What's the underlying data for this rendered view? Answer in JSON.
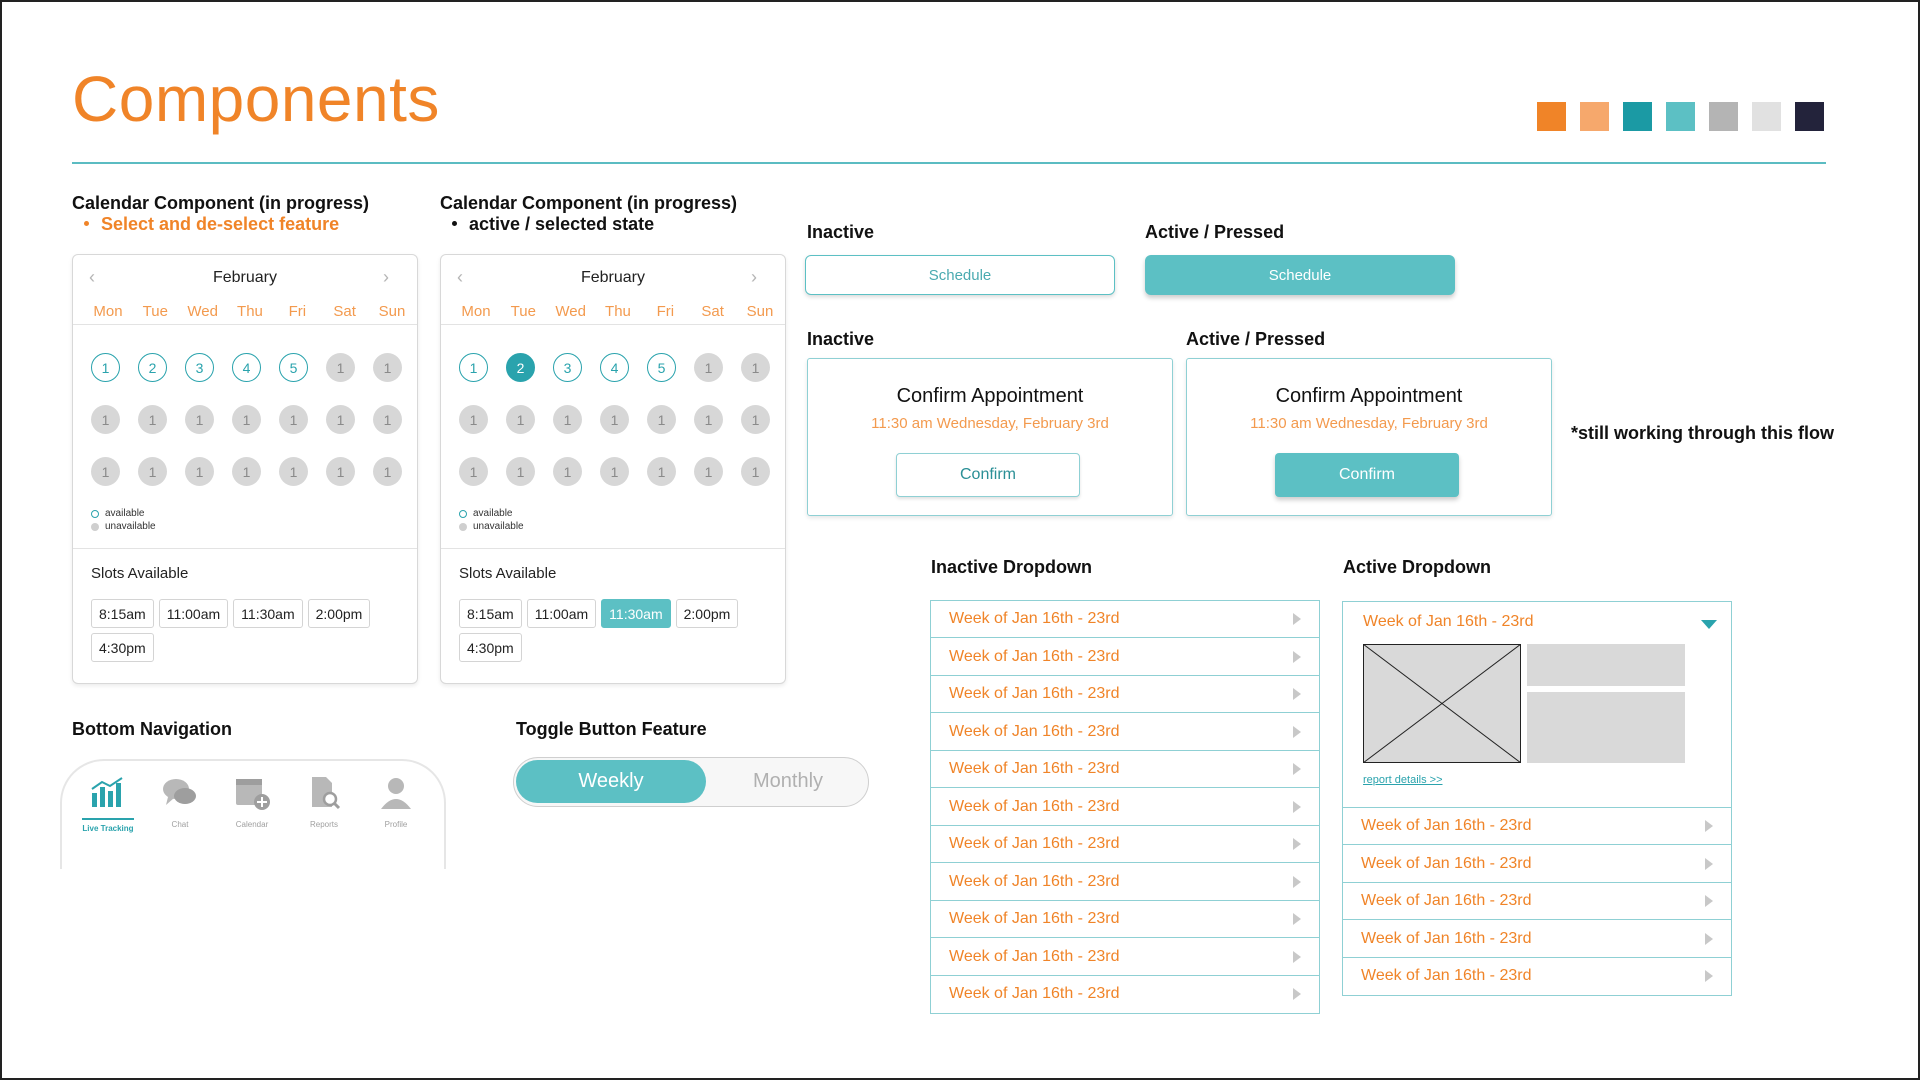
{
  "title": "Components",
  "swatches": [
    "#f08428",
    "#f6a86c",
    "#1b9aa4",
    "#5cc0c4",
    "#b4b4b4",
    "#e1e1e1",
    "#23233b"
  ],
  "calendar1": {
    "heading": "Calendar Component (in progress)",
    "bullet": "Select and de-select feature",
    "month": "February",
    "days": [
      "Mon",
      "Tue",
      "Wed",
      "Thu",
      "Fri",
      "Sat",
      "Sun"
    ],
    "cells": [
      {
        "v": "1",
        "s": "av"
      },
      {
        "v": "2",
        "s": "av"
      },
      {
        "v": "3",
        "s": "av"
      },
      {
        "v": "4",
        "s": "av"
      },
      {
        "v": "5",
        "s": "av"
      },
      {
        "v": "1",
        "s": "un"
      },
      {
        "v": "1",
        "s": "un"
      },
      {
        "v": "1",
        "s": "un"
      },
      {
        "v": "1",
        "s": "un"
      },
      {
        "v": "1",
        "s": "un"
      },
      {
        "v": "1",
        "s": "un"
      },
      {
        "v": "1",
        "s": "un"
      },
      {
        "v": "1",
        "s": "un"
      },
      {
        "v": "1",
        "s": "un"
      },
      {
        "v": "1",
        "s": "un"
      },
      {
        "v": "1",
        "s": "un"
      },
      {
        "v": "1",
        "s": "un"
      },
      {
        "v": "1",
        "s": "un"
      },
      {
        "v": "1",
        "s": "un"
      },
      {
        "v": "1",
        "s": "un"
      },
      {
        "v": "1",
        "s": "un"
      }
    ],
    "legend_available": "available",
    "legend_unavailable": "unavailable",
    "slots_title": "Slots Available",
    "slots": [
      {
        "t": "8:15am"
      },
      {
        "t": "11:00am"
      },
      {
        "t": "11:30am"
      },
      {
        "t": "2:00pm"
      },
      {
        "t": "4:30pm"
      }
    ]
  },
  "calendar2": {
    "heading": "Calendar Component (in progress)",
    "bullet": "active / selected state",
    "month": "February",
    "days": [
      "Mon",
      "Tue",
      "Wed",
      "Thu",
      "Fri",
      "Sat",
      "Sun"
    ],
    "cells": [
      {
        "v": "1",
        "s": "av"
      },
      {
        "v": "2",
        "s": "sel"
      },
      {
        "v": "3",
        "s": "av"
      },
      {
        "v": "4",
        "s": "av"
      },
      {
        "v": "5",
        "s": "av"
      },
      {
        "v": "1",
        "s": "un"
      },
      {
        "v": "1",
        "s": "un"
      },
      {
        "v": "1",
        "s": "un"
      },
      {
        "v": "1",
        "s": "un"
      },
      {
        "v": "1",
        "s": "un"
      },
      {
        "v": "1",
        "s": "un"
      },
      {
        "v": "1",
        "s": "un"
      },
      {
        "v": "1",
        "s": "un"
      },
      {
        "v": "1",
        "s": "un"
      },
      {
        "v": "1",
        "s": "un"
      },
      {
        "v": "1",
        "s": "un"
      },
      {
        "v": "1",
        "s": "un"
      },
      {
        "v": "1",
        "s": "un"
      },
      {
        "v": "1",
        "s": "un"
      },
      {
        "v": "1",
        "s": "un"
      },
      {
        "v": "1",
        "s": "un"
      }
    ],
    "legend_available": "available",
    "legend_unavailable": "unavailable",
    "slots_title": "Slots Available",
    "slots": [
      {
        "t": "8:15am"
      },
      {
        "t": "11:00am"
      },
      {
        "t": "11:30am",
        "sel": true
      },
      {
        "t": "2:00pm"
      },
      {
        "t": "4:30pm"
      }
    ]
  },
  "schedule": {
    "inactive_label": "Inactive",
    "active_label": "Active / Pressed",
    "button_text": "Schedule"
  },
  "confirm": {
    "inactive_label": "Inactive",
    "active_label": "Active / Pressed",
    "title": "Confirm Appointment",
    "subtitle": "11:30 am Wednesday, February 3rd",
    "button_text": "Confirm"
  },
  "note": "*still working through this flow",
  "dropdown_inactive": {
    "label": "Inactive Dropdown",
    "items": [
      "Week of Jan 16th - 23rd",
      "Week of Jan 16th - 23rd",
      "Week of Jan 16th - 23rd",
      "Week of Jan 16th - 23rd",
      "Week of Jan 16th - 23rd",
      "Week of Jan 16th - 23rd",
      "Week of Jan 16th - 23rd",
      "Week of Jan 16th - 23rd",
      "Week of Jan 16th - 23rd",
      "Week of Jan 16th - 23rd",
      "Week of Jan 16th - 23rd"
    ]
  },
  "dropdown_active": {
    "label": "Active Dropdown",
    "open_item": "Week of Jan 16th - 23rd",
    "report_link": "report details >>",
    "items": [
      "Week of Jan 16th - 23rd",
      "Week of Jan 16th - 23rd",
      "Week of Jan 16th - 23rd",
      "Week of Jan 16th - 23rd",
      "Week of Jan 16th - 23rd"
    ]
  },
  "bottom_nav": {
    "label": "Bottom Navigation",
    "items": [
      {
        "label": "Live Tracking",
        "icon": "bar-chart-icon",
        "active": true
      },
      {
        "label": "Chat",
        "icon": "chat-icon"
      },
      {
        "label": "Calendar",
        "icon": "calendar-add-icon"
      },
      {
        "label": "Reports",
        "icon": "report-search-icon"
      },
      {
        "label": "Profile",
        "icon": "profile-icon"
      }
    ]
  },
  "toggle": {
    "label": "Toggle Button Feature",
    "on": "Weekly",
    "off": "Monthly"
  }
}
